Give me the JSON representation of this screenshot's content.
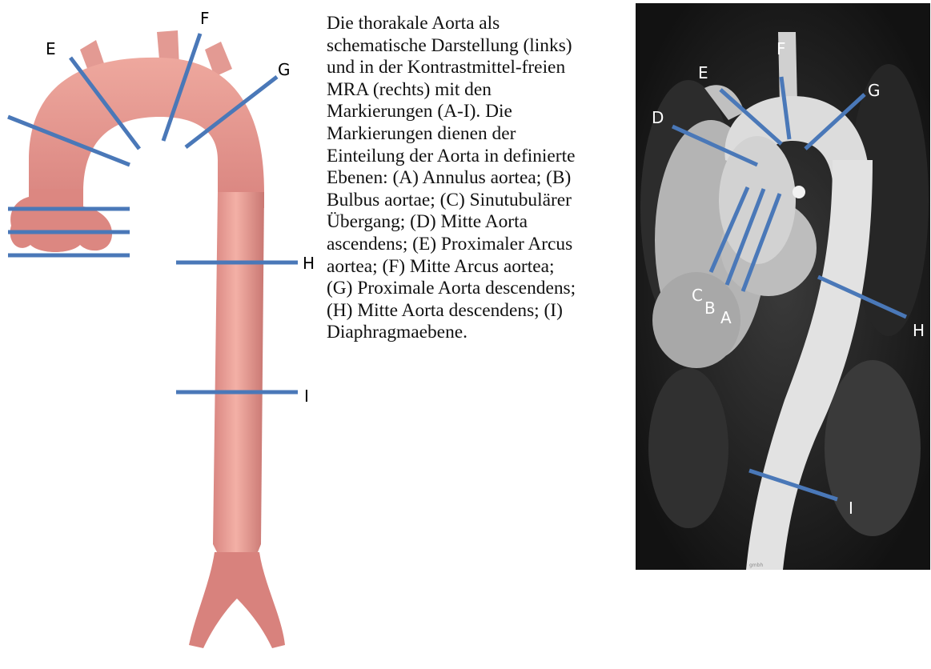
{
  "figure": {
    "caption": "Die thorakale Aorta als schematische Darstellung (links) und in der Kontrastmittel-freien MRA (rechts) mit den Markierungen (A-I). Die Markierungen dienen der Einteilung der Aorta in definierte Ebenen: (A) Annulus aortea; (B) Bulbus aortae; (C) Sinutubulärer Übergang; (D) Mitte Aorta ascendens; (E) Proximaler Arcus aortea; (F) Mitte Arcus aortea; (G) Proximale Aorta descendens; (H) Mitte Aorta descendens; (I) Diaphragmaebene."
  },
  "schematic": {
    "labels": {
      "E": "E",
      "F": "F",
      "G": "G",
      "H": "H",
      "I": "I"
    }
  },
  "mra": {
    "labels": {
      "A": "A",
      "B": "B",
      "C": "C",
      "D": "D",
      "E": "E",
      "F": "F",
      "G": "G",
      "H": "H",
      "I": "I"
    },
    "corner_mark": "gmbh"
  },
  "colors": {
    "marker_line": "#4a78b8",
    "aorta_fill": "#e8908c",
    "aorta_highlight": "#f6b8ad",
    "mra_background": "#1b1b1b"
  }
}
